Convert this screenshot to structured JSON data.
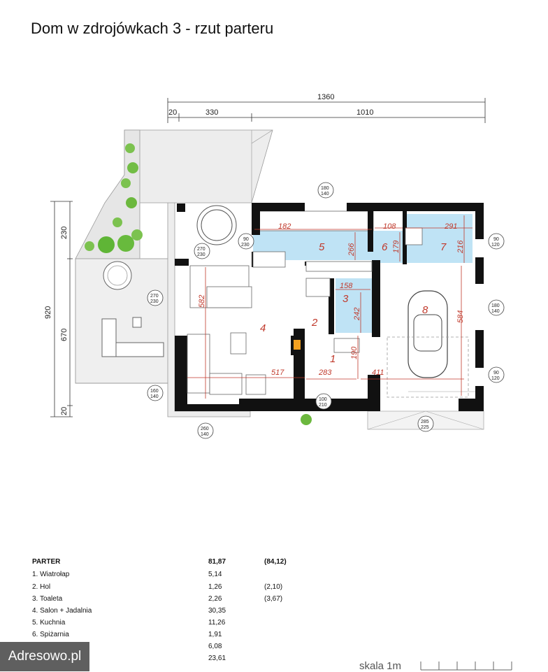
{
  "title": "Dom w zdrojówkach 3 - rzut parteru",
  "dimensions": {
    "top_total": "1360",
    "top_a": "20",
    "top_b": "330",
    "top_c": "1010",
    "left_total": "920",
    "left_a": "230",
    "left_b": "670",
    "left_c": "20"
  },
  "room_dims": {
    "d182": "182",
    "d108": "108",
    "d291": "291",
    "d266": "266",
    "d179": "179",
    "d216": "216",
    "d582": "582",
    "d158": "158",
    "d242": "242",
    "d190": "190",
    "d584": "584",
    "d517": "517",
    "d283": "283",
    "d411": "411"
  },
  "room_numbers": [
    "1",
    "2",
    "3",
    "4",
    "5",
    "6",
    "7",
    "8"
  ],
  "window_tags": {
    "t1": [
      "180",
      "140"
    ],
    "t2": [
      "90",
      "230"
    ],
    "t3": [
      "270",
      "230"
    ],
    "t4": [
      "270",
      "230"
    ],
    "t5": [
      "90",
      "120"
    ],
    "t6": [
      "180",
      "140"
    ],
    "t7": [
      "90",
      "120"
    ],
    "t8": [
      "160",
      "140"
    ],
    "t9": [
      "100",
      "210"
    ],
    "t10": [
      "260",
      "140"
    ],
    "t11": [
      "285",
      "225"
    ]
  },
  "table": {
    "header": {
      "name": "PARTER",
      "area": "81,87",
      "alt": "(84,12)"
    },
    "rows": [
      {
        "name": "1. Wiatrołap",
        "area": "5,14",
        "alt": ""
      },
      {
        "name": "2. Hol",
        "area": "1,26",
        "alt": "(2,10)"
      },
      {
        "name": "3. Toaleta",
        "area": "2,26",
        "alt": "(3,67)"
      },
      {
        "name": "4. Salon + Jadalnia",
        "area": "30,35",
        "alt": ""
      },
      {
        "name": "5. Kuchnia",
        "area": "11,26",
        "alt": ""
      },
      {
        "name": "6. Spiżarnia",
        "area": "1,91",
        "alt": ""
      },
      {
        "name": "",
        "area": "6,08",
        "alt": ""
      },
      {
        "name": "",
        "area": "23,61",
        "alt": ""
      }
    ]
  },
  "watermark": "Adresowo.pl",
  "scale_label": "skala 1m",
  "colors": {
    "room_blue": "#bfe3f5",
    "wall": "#111111",
    "terrace": "#ececec",
    "dim_red": "#c0392b",
    "plant": "#6fbf44"
  }
}
